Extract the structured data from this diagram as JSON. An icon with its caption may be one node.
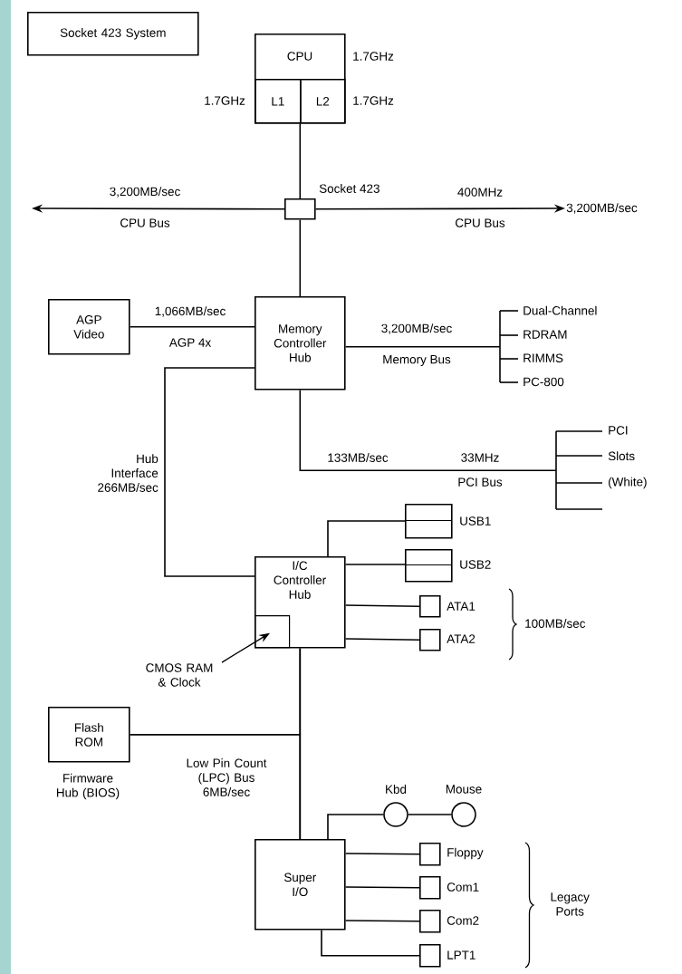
{
  "diagram": {
    "nodes": [
      {
        "text": [
          "Socket 423 System"
        ]
      },
      {
        "text": [
          "CPU"
        ],
        "beside": [
          "1.7GHz"
        ]
      },
      {
        "text": [
          "L1"
        ],
        "in": 1,
        "beside": [
          "1.7GHz"
        ]
      },
      {
        "text": [
          "L2"
        ],
        "in": 1,
        "beside": [
          "1.7GHz"
        ]
      },
      {
        "text": [],
        "shape": "box",
        "beside": [
          "Socket 423"
        ]
      },
      {
        "text": [
          "AGP Video"
        ]
      },
      {
        "text": [
          "Memory Controller Hub"
        ]
      },
      {
        "text": [
          "Dual-Channel RDRAM RIMMS PC-800"
        ]
      },
      {
        "text": [
          "PCI Slots (White)"
        ]
      },
      {
        "text": [
          "I/C Controller Hub"
        ]
      },
      {
        "text": [],
        "shape": "box",
        "in": 9
      },
      {
        "text": [
          "CMOS RAM & Clock"
        ]
      },
      {
        "text": [],
        "shape": "box",
        "beside": [
          "USB1"
        ]
      },
      {
        "text": [],
        "shape": "box",
        "beside": [
          "USB2"
        ]
      },
      {
        "text": [],
        "shape": "box",
        "beside": [
          "ATA1"
        ]
      },
      {
        "text": [],
        "shape": "box",
        "beside": [
          "ATA2"
        ]
      },
      {
        "text": [
          "Flash ROM"
        ],
        "beside": [
          "Firmware Hub (BIOS)"
        ]
      },
      {
        "text": [
          "Super I/O"
        ]
      },
      {
        "text": [],
        "shape": "circle",
        "beside": [
          "Kbd"
        ]
      },
      {
        "text": [],
        "shape": "circle",
        "beside": [
          "Mouse"
        ]
      },
      {
        "text": [],
        "shape": "box",
        "beside": [
          "Floppy"
        ]
      },
      {
        "text": [],
        "shape": "box",
        "beside": [
          "Com1"
        ]
      },
      {
        "text": [],
        "shape": "box",
        "beside": [
          "Com2"
        ]
      },
      {
        "text": [],
        "shape": "box",
        "beside": [
          "LPT1"
        ]
      },
      {
        "text": [
          "3,200MB/sec"
        ]
      }
    ],
    "edges": [
      {
        "from": 1,
        "to": 4,
        "arrow": "none"
      },
      {
        "from": 4,
        "to": null,
        "arrow": "to",
        "label": "3,200MB/sec"
      },
      {
        "from": 4,
        "to": 24,
        "arrow": "to",
        "label": "400MHz"
      },
      {
        "from": 4,
        "to": 6,
        "arrow": "none"
      },
      {
        "from": 5,
        "to": 6,
        "arrow": "none",
        "label": "1,066MB/sec"
      },
      {
        "from": 6,
        "to": 7,
        "arrow": "none",
        "label": "3,200MB/sec"
      },
      {
        "from": 6,
        "to": 8,
        "arrow": "none",
        "label": "133MB/sec"
      },
      {
        "from": 6,
        "to": 9,
        "arrow": "none",
        "label": "Hub Interface 266MB/sec"
      },
      {
        "from": 9,
        "to": 12,
        "arrow": "none"
      },
      {
        "from": 9,
        "to": 13,
        "arrow": "none"
      },
      {
        "from": 9,
        "to": 14,
        "arrow": "none"
      },
      {
        "from": 9,
        "to": 15,
        "arrow": "none"
      },
      {
        "from": 11,
        "to": 10,
        "arrow": "to"
      },
      {
        "from": 9,
        "to": 17,
        "arrow": "none",
        "label": "Low Pin Count (LPC) Bus 6MB/sec"
      },
      {
        "from": 16,
        "to": 9,
        "arrow": "none"
      },
      {
        "from": 16,
        "to": 17,
        "arrow": "none"
      },
      {
        "from": 17,
        "to": 18,
        "arrow": "none"
      },
      {
        "from": 18,
        "to": 19,
        "arrow": "none"
      },
      {
        "from": 17,
        "to": 20,
        "arrow": "none"
      },
      {
        "from": 17,
        "to": 21,
        "arrow": "none"
      },
      {
        "from": 17,
        "to": 22,
        "arrow": "none"
      },
      {
        "from": 17,
        "to": 23,
        "arrow": "none"
      }
    ],
    "labels": [
      "CPU Bus",
      "CPU Bus",
      "AGP 4x",
      "Memory Bus",
      "33MHz",
      "PCI Bus",
      "100MB/sec",
      "Legacy Ports"
    ]
  }
}
